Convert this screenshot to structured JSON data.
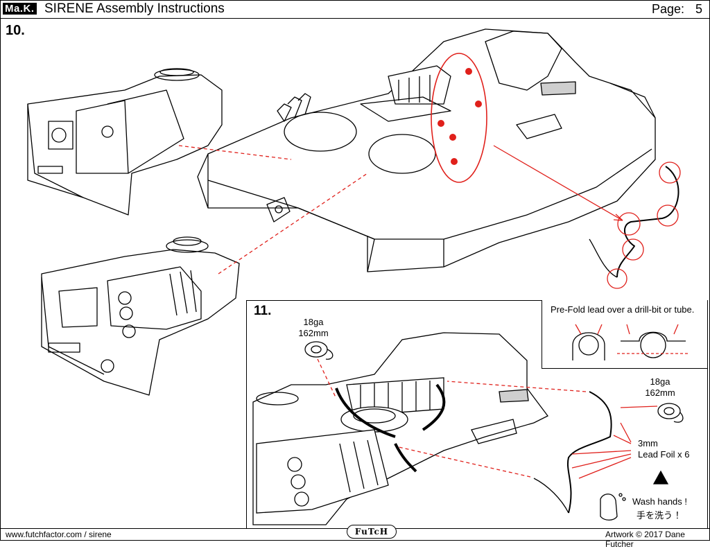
{
  "header": {
    "logo": "Ma.K.",
    "title": "SIRENE Assembly Instructions",
    "page_label": "Page:",
    "page_number": "5"
  },
  "steps": [
    {
      "number": "10."
    },
    {
      "number": "11.",
      "prefold_note": "Pre-Fold lead over a drill-bit or tube.",
      "wire_left": {
        "gauge": "18ga",
        "length": "162mm"
      },
      "wire_right": {
        "gauge": "18ga",
        "length": "162mm"
      },
      "lead_foil": {
        "size": "3mm",
        "label": "Lead Foil x 6"
      },
      "wash_hands_en": "Wash hands !",
      "wash_hands_jp": "手を洗う ！"
    }
  ],
  "footer": {
    "url": "www.futchfactor.com / sirene",
    "brand": "FuTcH",
    "credit": "Artwork © 2017 Dane Futcher"
  },
  "colors": {
    "annotation": "#e0201b",
    "line": "#000000",
    "shade": "#cfcfcf"
  }
}
